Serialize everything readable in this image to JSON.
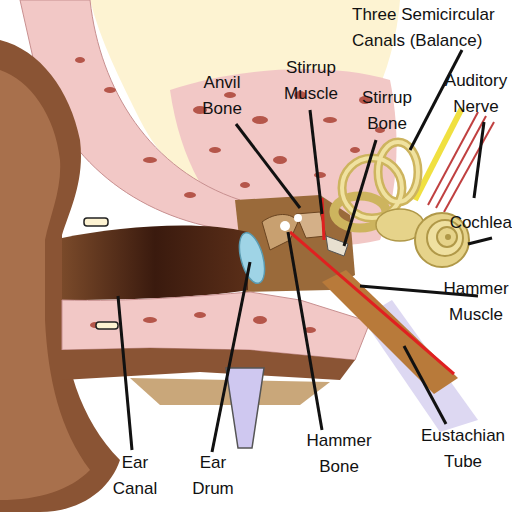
{
  "diagram": {
    "labels": [
      "Three Semicircular Canals (Balance)",
      "Anvil Bone",
      "Stirrup Muscle",
      "Stirrup Bone",
      "Auditory Nerve",
      "Cochlea",
      "Hammer Muscle",
      "Ear Canal",
      "Ear Drum",
      "Hammer Bone",
      "Eustachian Tube"
    ]
  }
}
